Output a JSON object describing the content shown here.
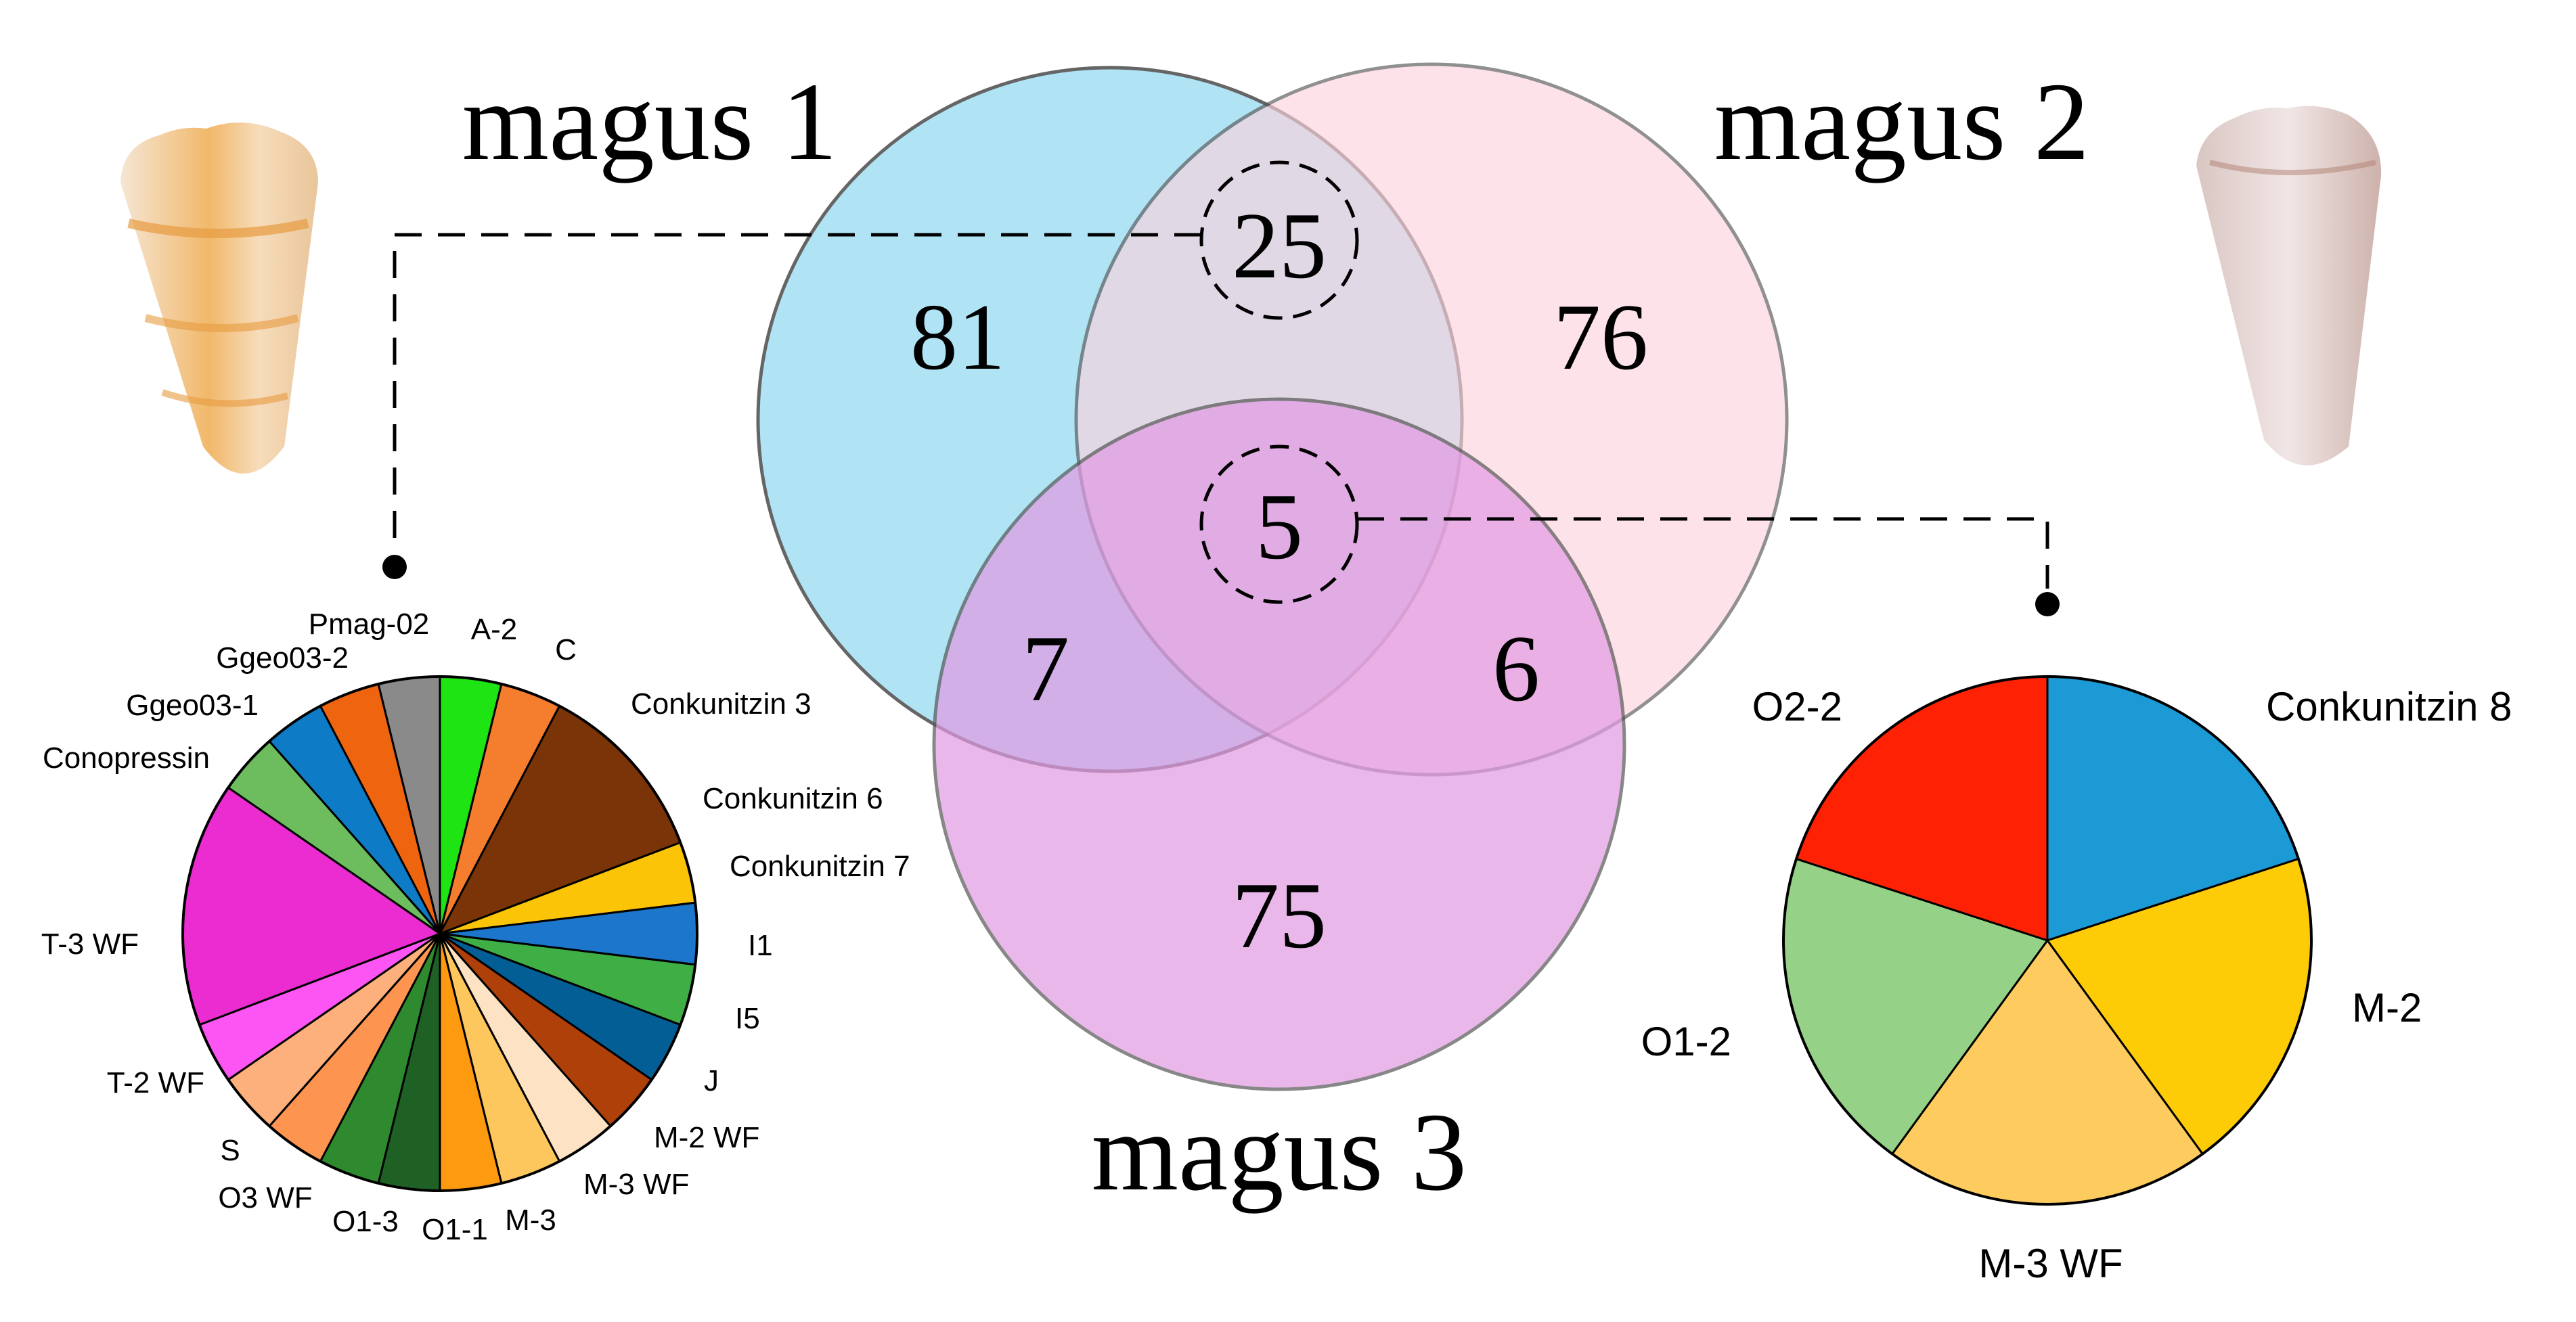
{
  "venn": {
    "sets": [
      {
        "label": "magus 1",
        "color": "#a8e0f3"
      },
      {
        "label": "magus 2",
        "color": "#fcd3de"
      },
      {
        "label": "magus 3",
        "color": "#e29ae3"
      }
    ],
    "regions": {
      "only_1": "81",
      "only_2": "76",
      "only_3": "75",
      "pair_1_2": "25",
      "pair_1_3": "7",
      "pair_2_3": "6",
      "all_three": "5"
    }
  },
  "chart_data": [
    {
      "type": "pie",
      "title": "",
      "unit": "slice angle in degrees",
      "labels": [
        "A-2",
        "C",
        "Conkunitzin 3",
        "Conkunitzin 6",
        "Conkunitzin 7",
        "I1",
        "I5",
        "J",
        "M-2 WF",
        "M-3 WF",
        "M-3",
        "O1-1",
        "O1-3",
        "O3 WF",
        "S",
        "T-2 WF",
        "T-3 WF",
        "Conopressin",
        "Ggeo03-1",
        "Ggeo03-2",
        "Pmag-02"
      ],
      "values": [
        14.4,
        14.4,
        43.2,
        14.4,
        14.4,
        14.4,
        14.4,
        14.4,
        14.4,
        14.4,
        14.4,
        14.4,
        14.4,
        14.4,
        14.4,
        14.4,
        57.6,
        14.4,
        14.4,
        14.4,
        14.4
      ],
      "colors": [
        "#1ee414",
        "#f57d2e",
        "#7a3408",
        "#fcc406",
        "#1b76cc",
        "#3fae45",
        "#045e96",
        "#b0400a",
        "#fde2c3",
        "#fdc75e",
        "#fd9a10",
        "#1f6125",
        "#2f8a2f",
        "#fd9450",
        "#fdb07b",
        "#fd55f4",
        "#ea2cd1",
        "#6dbd5f",
        "#0e7bc7",
        "#ee640f",
        "#8a8a8a"
      ]
    },
    {
      "type": "pie",
      "title": "",
      "unit": "slice angle in degrees",
      "labels": [
        "Conkunitzin 8",
        "M-2",
        "M-3 WF",
        "O1-2",
        "O2-2"
      ],
      "values": [
        72,
        72,
        72,
        72,
        72
      ],
      "colors": [
        "#1b9ad6",
        "#fecc06",
        "#fecc5e",
        "#95d186",
        "#fe2104"
      ]
    }
  ]
}
